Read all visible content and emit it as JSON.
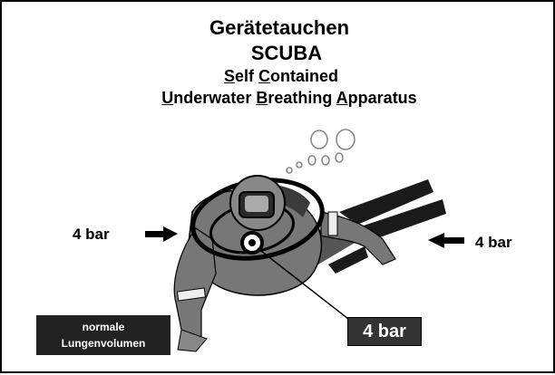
{
  "title": {
    "line1": "Gerätetauchen",
    "line2": "SCUBA",
    "line3_parts": [
      "S",
      "elf ",
      "C",
      "ontained"
    ],
    "line4_parts": [
      "U",
      "nderwater ",
      "B",
      "reathing ",
      "A",
      "pparatus"
    ]
  },
  "labels": {
    "left_pressure": "4 bar",
    "right_pressure": "4 bar",
    "inner_pressure": "4 bar",
    "lung_line1": "normale",
    "lung_line2": "Lungenvolumen"
  }
}
